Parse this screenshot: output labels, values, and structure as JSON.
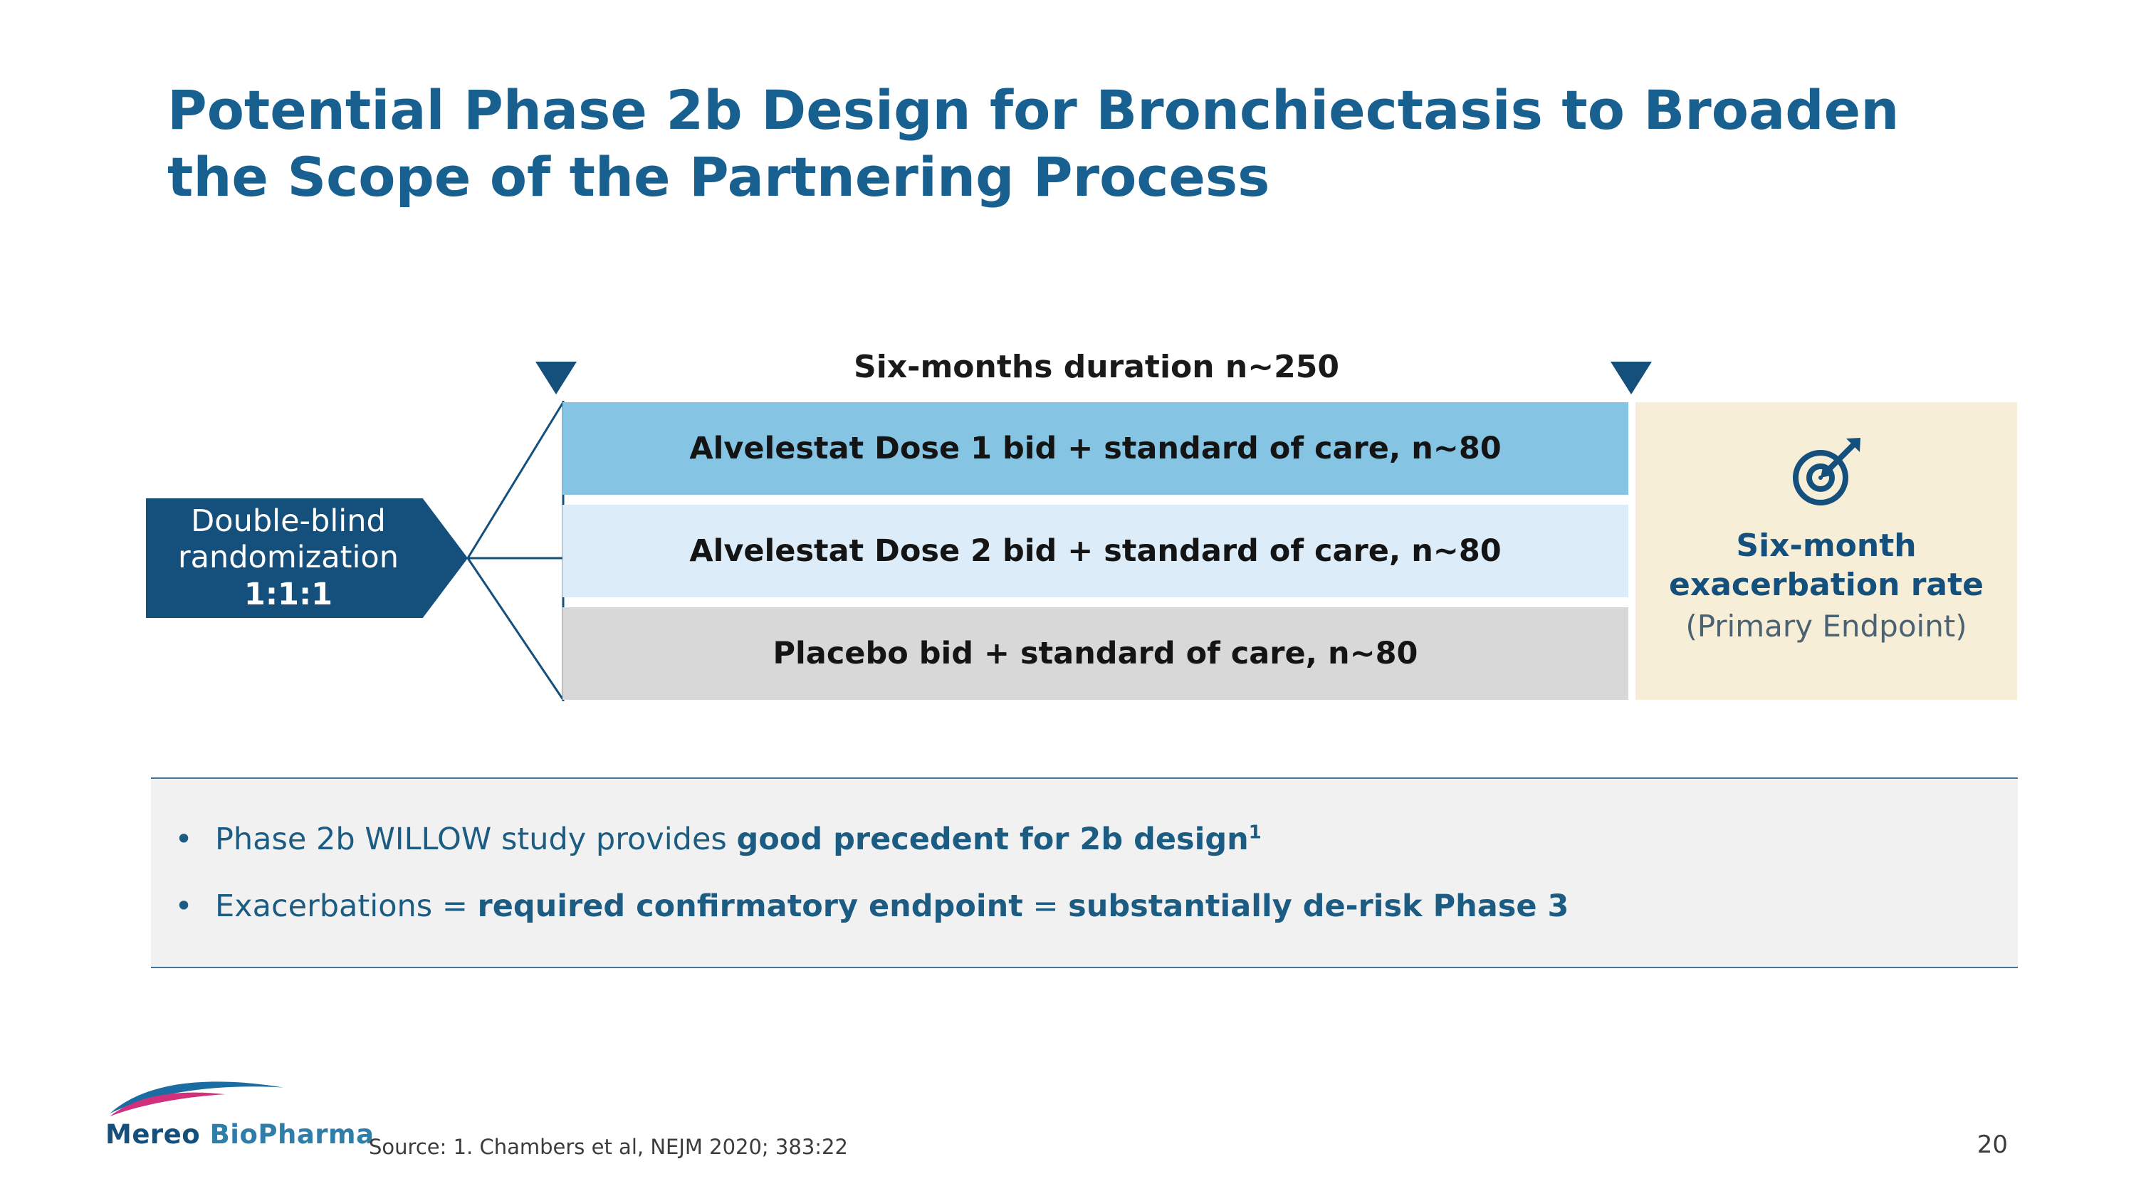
{
  "slide": {
    "title": "Potential Phase 2b Design for Bronchiectasis to Broaden\nthe Scope of the Partnering Process",
    "page_number": "20",
    "source": "Source: 1. Chambers et al, NEJM 2020; 383:22"
  },
  "logo": {
    "name_primary": "Mereo",
    "name_secondary": "BioPharma"
  },
  "diagram": {
    "duration_label": "Six-months duration n~250",
    "randomization_label": "Double-blind\nrandomization",
    "randomization_ratio": "1:1:1",
    "arms": [
      {
        "label": "Alvelestat Dose 1 bid + standard of care, n~80",
        "color": "#85c4e3"
      },
      {
        "label": "Alvelestat Dose 2 bid + standard of care, n~80",
        "color": "#dcecf8"
      },
      {
        "label": "Placebo bid + standard of care, n~80",
        "color": "#d8d8d8"
      }
    ],
    "endpoint": {
      "title": "Six-month\nexacerbation rate",
      "subtitle": "(Primary Endpoint)",
      "panel_color": "#f6eed6",
      "icon": "target-with-arrow-icon"
    }
  },
  "bullets": {
    "glyph": "•",
    "item1": {
      "text1": "Phase 2b WILLOW study provides ",
      "bold1": "good precedent for 2b design",
      "superscript": "1"
    },
    "item2": {
      "text1": "Exacerbations = ",
      "bold1": "required confirmatory endpoint",
      "text2": " = ",
      "bold2": "substantially de-risk Phase 3"
    }
  },
  "colors": {
    "title_blue": "#17608f",
    "accent_dark_blue": "#15507d",
    "bullet_text_blue": "#1d5c82",
    "logo_pink": "#d0307c"
  }
}
